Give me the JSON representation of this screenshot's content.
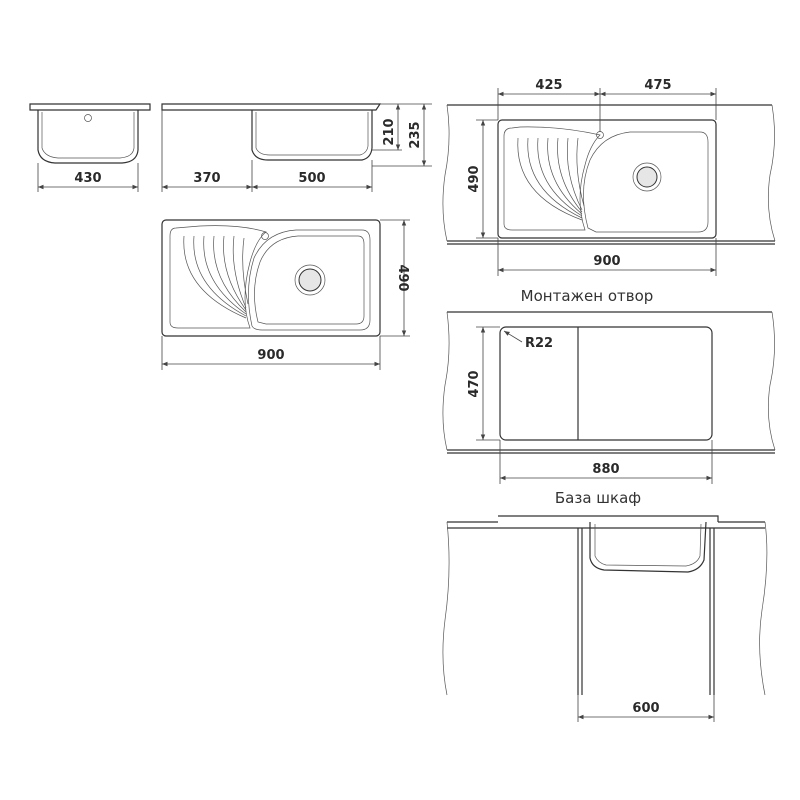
{
  "end_view": {
    "width": "430"
  },
  "side_view": {
    "drainer": "370",
    "bowl": "500",
    "bowl_depth": "210",
    "total_depth": "235"
  },
  "top_view": {
    "width": "900",
    "depth": "490"
  },
  "cutout": {
    "left": "425",
    "right": "475",
    "depth": "490",
    "width": "900",
    "caption": "Монтажен отвор"
  },
  "cabinet_base": {
    "radius": "R22",
    "depth": "470",
    "width": "880",
    "caption": "База шкаф"
  },
  "cabinet_front": {
    "width": "600"
  }
}
